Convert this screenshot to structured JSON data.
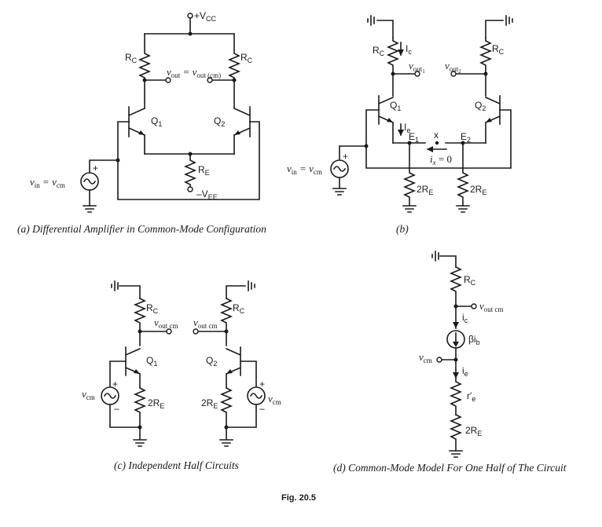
{
  "figure_label": "Fig. 20.5",
  "panel_a": {
    "caption": "(a) Differential Amplifier in Common-Mode Configuration",
    "vcc": "+V",
    "vcc_sub": "CC",
    "vee": "–V",
    "vee_sub": "EE",
    "rc": "R",
    "rc_sub": "C",
    "re": "R",
    "re_sub": "E",
    "q1": "Q",
    "q1_sub": "1",
    "q2": "Q",
    "q2_sub": "2",
    "vout_lhs": "v",
    "vout_lhs_sub": "out",
    "vout_rhs": " = v",
    "vout_rhs_sub": "out (cm)",
    "vin": "v",
    "vin_sub": "in",
    "vin_eq": " = v",
    "vin_eq_sub": "cm"
  },
  "panel_b": {
    "caption": "(b)",
    "rc": "R",
    "rc_sub": "C",
    "ic": "I",
    "ic_sub": "c",
    "ie": "I",
    "ie_sub": "e",
    "vout1": "v",
    "vout1_sub": "out",
    "vout1_idx": "1",
    "vout2": "v",
    "vout2_sub": "out",
    "vout2_idx": "2",
    "q1": "Q",
    "q1_sub": "1",
    "q2": "Q",
    "q2_sub": "2",
    "e1": "E",
    "e1_sub": "1",
    "e2": "E",
    "e2_sub": "2",
    "x": "x",
    "ix": "i",
    "ix_sub": "x",
    "ix_eq": " = 0",
    "r2e": "2R",
    "r2e_sub": "E",
    "vin": "v",
    "vin_sub": "in",
    "vin_eq": " = v",
    "vin_eq_sub": "cm"
  },
  "panel_c": {
    "caption": "(c) Independent Half Circuits",
    "rc": "R",
    "rc_sub": "C",
    "vout": "v",
    "vout_sub": "out cm",
    "q1": "Q",
    "q1_sub": "1",
    "q2": "Q",
    "q2_sub": "2",
    "r2e": "2R",
    "r2e_sub": "E",
    "vcm": "v",
    "vcm_sub": "cm",
    "plus": "+",
    "minus": "–"
  },
  "panel_d": {
    "caption": "(d) Common-Mode Model For One Half of The Circuit",
    "rc": "R",
    "rc_sub": "C",
    "vout": "v",
    "vout_sub": "out cm",
    "ic": "i",
    "ic_sub": "c",
    "source": "βi",
    "source_sub": "b",
    "vcm": "v",
    "vcm_sub": "cm",
    "ie": "i",
    "ie_sub": "e",
    "re_prime": "r′",
    "re_prime_sub": "e",
    "r2e": "2R",
    "r2e_sub": "E"
  }
}
